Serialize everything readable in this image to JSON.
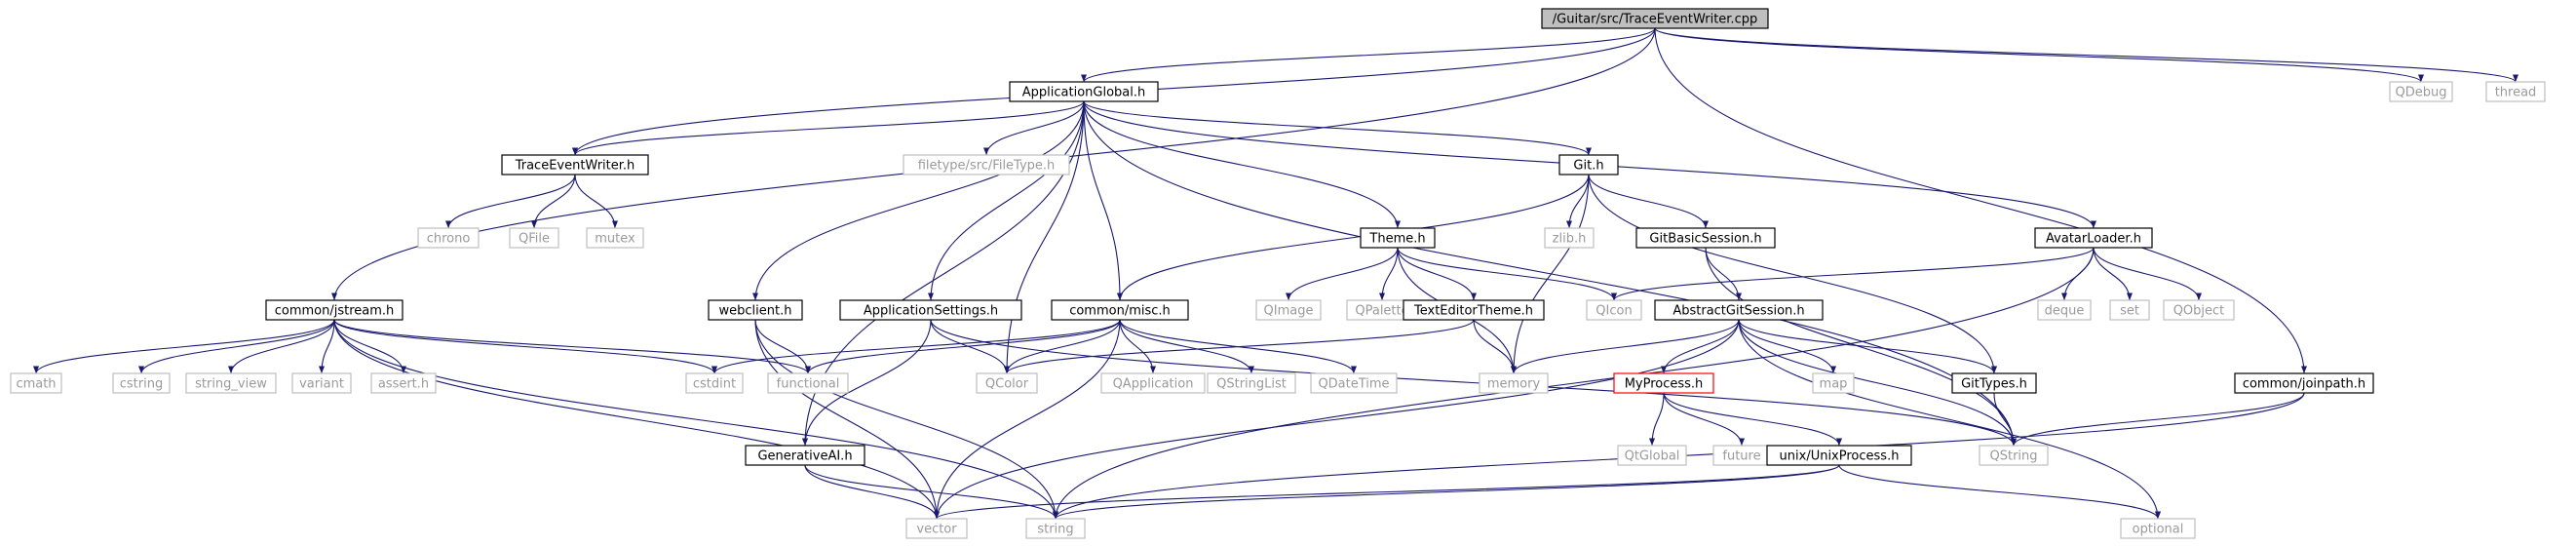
{
  "colors": {
    "edge": "#191970",
    "root_fill": "#bfbfbf",
    "root_stroke": "#000000",
    "internal_fill": "#ffffff",
    "internal_stroke": "#000000",
    "external_fill": "#ffffff",
    "external_stroke": "#bfbfbf",
    "external_text": "#9a9a9a",
    "missing_stroke": "#ff0000",
    "text": "#000000"
  },
  "nodes": [
    {
      "id": "root",
      "label": "/Guitar/src/TraceEventWriter.cpp",
      "kind": "root"
    },
    {
      "id": "appglobal",
      "label": "ApplicationGlobal.h",
      "kind": "internal"
    },
    {
      "id": "qdebug",
      "label": "QDebug",
      "kind": "external"
    },
    {
      "id": "thread",
      "label": "thread",
      "kind": "external"
    },
    {
      "id": "tracewriter",
      "label": "TraceEventWriter.h",
      "kind": "internal"
    },
    {
      "id": "filetype",
      "label": "filetype/src/FileType.h",
      "kind": "external"
    },
    {
      "id": "git",
      "label": "Git.h",
      "kind": "internal"
    },
    {
      "id": "chrono",
      "label": "chrono",
      "kind": "external"
    },
    {
      "id": "qfile",
      "label": "QFile",
      "kind": "external"
    },
    {
      "id": "mutex",
      "label": "mutex",
      "kind": "external"
    },
    {
      "id": "zlib",
      "label": "zlib.h",
      "kind": "external"
    },
    {
      "id": "theme",
      "label": "Theme.h",
      "kind": "internal"
    },
    {
      "id": "gitbasic",
      "label": "GitBasicSession.h",
      "kind": "internal"
    },
    {
      "id": "avatar",
      "label": "AvatarLoader.h",
      "kind": "internal"
    },
    {
      "id": "jstream",
      "label": "common/jstream.h",
      "kind": "internal"
    },
    {
      "id": "webclient",
      "label": "webclient.h",
      "kind": "internal"
    },
    {
      "id": "appsettings",
      "label": "ApplicationSettings.h",
      "kind": "internal"
    },
    {
      "id": "misc",
      "label": "common/misc.h",
      "kind": "internal"
    },
    {
      "id": "qimage",
      "label": "QImage",
      "kind": "external"
    },
    {
      "id": "qpalette",
      "label": "QPalette",
      "kind": "external"
    },
    {
      "id": "texteditor",
      "label": "TextEditorTheme.h",
      "kind": "internal"
    },
    {
      "id": "qicon",
      "label": "QIcon",
      "kind": "external"
    },
    {
      "id": "abstractgit",
      "label": "AbstractGitSession.h",
      "kind": "internal"
    },
    {
      "id": "deque",
      "label": "deque",
      "kind": "external"
    },
    {
      "id": "set",
      "label": "set",
      "kind": "external"
    },
    {
      "id": "qobject",
      "label": "QObject",
      "kind": "external"
    },
    {
      "id": "cmath",
      "label": "cmath",
      "kind": "external"
    },
    {
      "id": "cstring",
      "label": "cstring",
      "kind": "external"
    },
    {
      "id": "string_view",
      "label": "string_view",
      "kind": "external"
    },
    {
      "id": "variant",
      "label": "variant",
      "kind": "external"
    },
    {
      "id": "assert",
      "label": "assert.h",
      "kind": "external"
    },
    {
      "id": "cstdint",
      "label": "cstdint",
      "kind": "external"
    },
    {
      "id": "functional",
      "label": "functional",
      "kind": "external"
    },
    {
      "id": "qcolor",
      "label": "QColor",
      "kind": "external"
    },
    {
      "id": "qapplication",
      "label": "QApplication",
      "kind": "external"
    },
    {
      "id": "qstringlist",
      "label": "QStringList",
      "kind": "external"
    },
    {
      "id": "qdatetime",
      "label": "QDateTime",
      "kind": "external"
    },
    {
      "id": "memory",
      "label": "memory",
      "kind": "external"
    },
    {
      "id": "myprocess",
      "label": "MyProcess.h",
      "kind": "missing"
    },
    {
      "id": "map",
      "label": "map",
      "kind": "external"
    },
    {
      "id": "gittypes",
      "label": "GitTypes.h",
      "kind": "internal"
    },
    {
      "id": "joinpath",
      "label": "common/joinpath.h",
      "kind": "internal"
    },
    {
      "id": "qtglobal",
      "label": "QtGlobal",
      "kind": "external"
    },
    {
      "id": "future",
      "label": "future",
      "kind": "external"
    },
    {
      "id": "generativeai",
      "label": "GenerativeAI.h",
      "kind": "internal"
    },
    {
      "id": "unixprocess",
      "label": "unix/UnixProcess.h",
      "kind": "internal"
    },
    {
      "id": "qstring",
      "label": "QString",
      "kind": "external"
    },
    {
      "id": "vector",
      "label": "vector",
      "kind": "external"
    },
    {
      "id": "string",
      "label": "string",
      "kind": "external"
    },
    {
      "id": "optional",
      "label": "optional",
      "kind": "external"
    }
  ],
  "edges": [
    [
      "root",
      "appglobal"
    ],
    [
      "root",
      "qdebug"
    ],
    [
      "root",
      "thread"
    ],
    [
      "root",
      "tracewriter"
    ],
    [
      "root",
      "jstream"
    ],
    [
      "root",
      "joinpath"
    ],
    [
      "appglobal",
      "tracewriter"
    ],
    [
      "appglobal",
      "filetype"
    ],
    [
      "appglobal",
      "git"
    ],
    [
      "appglobal",
      "theme"
    ],
    [
      "appglobal",
      "avatar"
    ],
    [
      "appglobal",
      "webclient"
    ],
    [
      "appglobal",
      "appsettings"
    ],
    [
      "appglobal",
      "misc"
    ],
    [
      "appglobal",
      "qcolor"
    ],
    [
      "appglobal",
      "generativeai"
    ],
    [
      "appglobal",
      "qstring"
    ],
    [
      "tracewriter",
      "chrono"
    ],
    [
      "tracewriter",
      "qfile"
    ],
    [
      "tracewriter",
      "mutex"
    ],
    [
      "git",
      "zlib"
    ],
    [
      "git",
      "gitbasic"
    ],
    [
      "git",
      "misc"
    ],
    [
      "git",
      "gittypes"
    ],
    [
      "git",
      "memory"
    ],
    [
      "theme",
      "qimage"
    ],
    [
      "theme",
      "qpalette"
    ],
    [
      "theme",
      "texteditor"
    ],
    [
      "theme",
      "qicon"
    ],
    [
      "theme",
      "memory"
    ],
    [
      "gitbasic",
      "abstractgit"
    ],
    [
      "gitbasic",
      "qstring"
    ],
    [
      "avatar",
      "qicon"
    ],
    [
      "avatar",
      "deque"
    ],
    [
      "avatar",
      "set"
    ],
    [
      "avatar",
      "qobject"
    ],
    [
      "avatar",
      "string"
    ],
    [
      "jstream",
      "cmath"
    ],
    [
      "jstream",
      "cstring"
    ],
    [
      "jstream",
      "string_view"
    ],
    [
      "jstream",
      "variant"
    ],
    [
      "jstream",
      "assert"
    ],
    [
      "jstream",
      "cstdint"
    ],
    [
      "jstream",
      "functional"
    ],
    [
      "jstream",
      "vector"
    ],
    [
      "jstream",
      "string"
    ],
    [
      "webclient",
      "functional"
    ],
    [
      "webclient",
      "vector"
    ],
    [
      "webclient",
      "string"
    ],
    [
      "appsettings",
      "qcolor"
    ],
    [
      "appsettings",
      "generativeai"
    ],
    [
      "appsettings",
      "qstring"
    ],
    [
      "misc",
      "cstdint"
    ],
    [
      "misc",
      "functional"
    ],
    [
      "misc",
      "qcolor"
    ],
    [
      "misc",
      "qapplication"
    ],
    [
      "misc",
      "qstringlist"
    ],
    [
      "misc",
      "qdatetime"
    ],
    [
      "misc",
      "vector"
    ],
    [
      "texteditor",
      "qcolor"
    ],
    [
      "texteditor",
      "memory"
    ],
    [
      "abstractgit",
      "memory"
    ],
    [
      "abstractgit",
      "myprocess"
    ],
    [
      "abstractgit",
      "map"
    ],
    [
      "abstractgit",
      "gittypes"
    ],
    [
      "abstractgit",
      "qstring"
    ],
    [
      "abstractgit",
      "vector"
    ],
    [
      "abstractgit",
      "optional"
    ],
    [
      "myprocess",
      "qtglobal"
    ],
    [
      "myprocess",
      "future"
    ],
    [
      "myprocess",
      "unixprocess"
    ],
    [
      "gittypes",
      "qstring"
    ],
    [
      "joinpath",
      "qstring"
    ],
    [
      "joinpath",
      "string"
    ],
    [
      "generativeai",
      "vector"
    ],
    [
      "generativeai",
      "string"
    ],
    [
      "unixprocess",
      "vector"
    ],
    [
      "unixprocess",
      "string"
    ],
    [
      "unixprocess",
      "optional"
    ]
  ]
}
